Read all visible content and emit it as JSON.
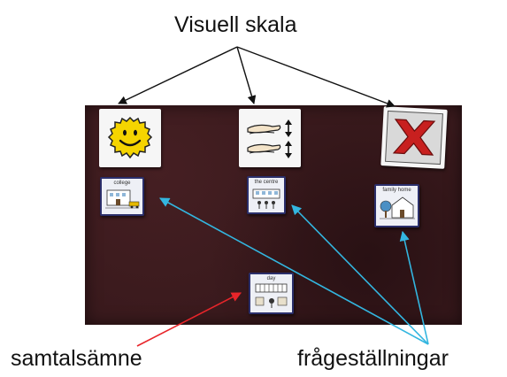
{
  "title": "Visuell skala",
  "topic_label": "samtalsämne",
  "questions_label": "frågeställningar",
  "cards": {
    "college": "college",
    "centre": "the centre",
    "family_home": "family home",
    "day": "day"
  },
  "colors": {
    "board": "#3a1a1d",
    "scale_arrow": "#111111",
    "topic_arrow": "#e8252a",
    "question_arrow": "#33b6e0",
    "cross_red": "#c8201f",
    "sun_yellow": "#f5d400"
  },
  "icons": [
    "happy-face-icon",
    "hands-scale-icon",
    "red-cross-icon"
  ]
}
